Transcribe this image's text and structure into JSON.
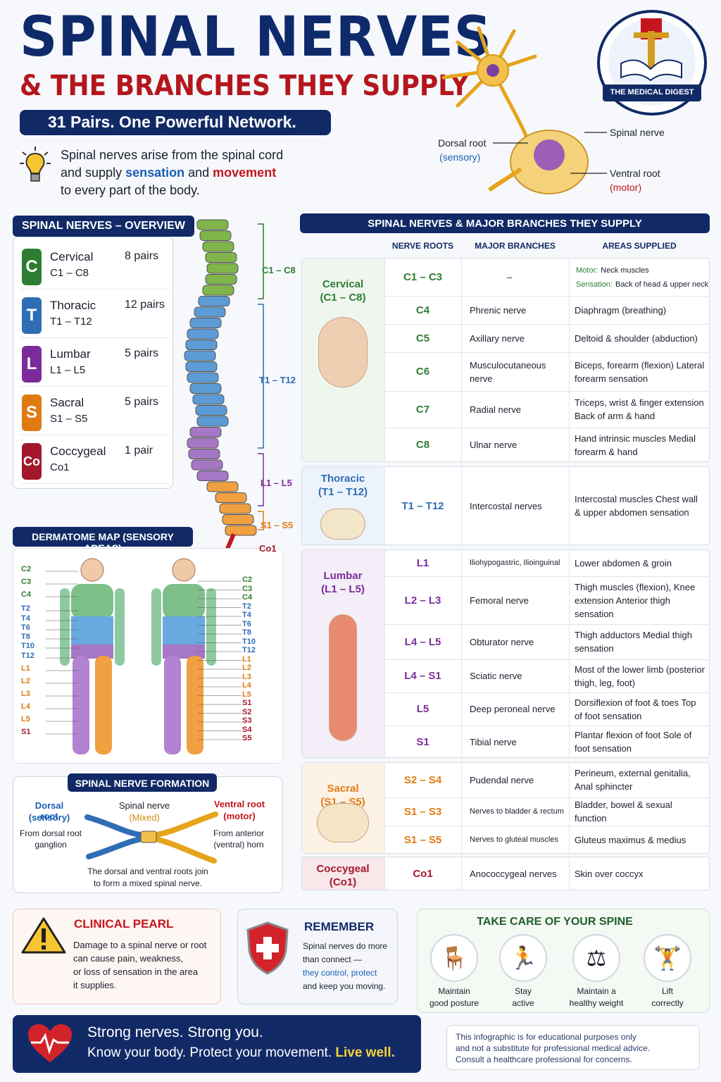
{
  "header": {
    "title": "SPINAL NERVES",
    "subtitle": "& THE BRANCHES THEY SUPPLY",
    "tagline": "31 Pairs. One Powerful Network.",
    "intro_line1": "Spinal nerves arise from the spinal cord",
    "intro_line2_a": "and supply ",
    "intro_line2_b": "sensation",
    "intro_line2_c": " and ",
    "intro_line2_d": "movement",
    "intro_line3": "to every part of the body.",
    "logo_text": "THE MEDICAL DIGEST"
  },
  "neuron": {
    "dorsal_root": "Dorsal root",
    "dorsal_sub": "(sensory)",
    "spinal_nerve": "Spinal nerve",
    "ventral_root": "Ventral root",
    "ventral_sub": "(motor)"
  },
  "overview": {
    "title": "SPINAL NERVES – OVERVIEW",
    "rows": [
      {
        "badge": "C",
        "name": "Cervical",
        "range": "C1 – C8",
        "pairs": "8 pairs",
        "color": "#2e7d32"
      },
      {
        "badge": "T",
        "name": "Thoracic",
        "range": "T1 – T12",
        "pairs": "12 pairs",
        "color": "#2f6db5"
      },
      {
        "badge": "L",
        "name": "Lumbar",
        "range": "L1 – L5",
        "pairs": "5 pairs",
        "color": "#7b2c9a"
      },
      {
        "badge": "S",
        "name": "Sacral",
        "range": "S1 – S5",
        "pairs": "5 pairs",
        "color": "#e07b12"
      },
      {
        "badge": "Co",
        "name": "Coccygeal",
        "range": "Co1",
        "pairs": "1 pair",
        "color": "#a3172c"
      }
    ]
  },
  "spine_labels": {
    "c": "C1 – C8",
    "t": "T1 – T12",
    "l": "L1 – L5",
    "s": "S1 – S5",
    "co": "Co1"
  },
  "dermatome": {
    "title": "DERMATOME MAP (SENSORY AREAS)",
    "front": [
      "C2",
      "C3",
      "C4",
      "T2",
      "T4",
      "T6",
      "T8",
      "T10",
      "T12",
      "L1",
      "L2",
      "L3",
      "L4",
      "L5",
      "S1"
    ],
    "back": [
      "C2",
      "C3",
      "C4",
      "T2",
      "T4",
      "T6",
      "T8",
      "T10",
      "T12",
      "L1",
      "L2",
      "L3",
      "L4",
      "L5",
      "S1",
      "S2",
      "S3",
      "S4",
      "S5"
    ]
  },
  "formation": {
    "title": "SPINAL NERVE FORMATION",
    "dorsal": "Dorsal root",
    "dorsal_sub": "(sensory)",
    "dorsal_desc1": "From dorsal root",
    "dorsal_desc2": "ganglion",
    "spinal": "Spinal nerve",
    "spinal_sub": "(Mixed)",
    "ventral": "Ventral root",
    "ventral_sub": "(motor)",
    "ventral_desc1": "From anterior",
    "ventral_desc2": "(ventral) horn",
    "caption1": "The dorsal and ventral roots join",
    "caption2": "to form a mixed spinal nerve."
  },
  "table": {
    "title": "SPINAL NERVES & MAJOR BRANCHES THEY SUPPLY",
    "headers": [
      "NERVE ROOTS",
      "MAJOR BRANCHES",
      "AREAS SUPPLIED"
    ],
    "regions": [
      {
        "name": "Cervical",
        "range": "(C1 – C8)",
        "color": "#2e7d32"
      },
      {
        "name": "Thoracic",
        "range": "(T1 – T12)",
        "color": "#2f6db5"
      },
      {
        "name": "Lumbar",
        "range": "(L1 – L5)",
        "color": "#7b2c9a"
      },
      {
        "name": "Sacral",
        "range": "(S1 – S5)",
        "color": "#e07b12"
      },
      {
        "name": "Coccygeal",
        "range": "(Co1)",
        "color": "#a3172c"
      }
    ],
    "c13_motor_label": "Motor:",
    "c13_motor": "Neck muscles",
    "c13_sens_label": "Sensation:",
    "c13_sens": "Back of head & upper neck",
    "rows": [
      {
        "root": "C1 – C3",
        "branch": "–",
        "area": ""
      },
      {
        "root": "C4",
        "branch": "Phrenic nerve",
        "area": "Diaphragm (breathing)"
      },
      {
        "root": "C5",
        "branch": "Axillary nerve",
        "area": "Deltoid & shoulder (abduction)"
      },
      {
        "root": "C6",
        "branch": "Musculocutaneous nerve",
        "area": "Biceps, forearm (flexion) Lateral forearm sensation"
      },
      {
        "root": "C7",
        "branch": "Radial nerve",
        "area": "Triceps, wrist & finger extension Back of arm & hand"
      },
      {
        "root": "C8",
        "branch": "Ulnar nerve",
        "area": "Hand intrinsic muscles Medial forearm & hand"
      },
      {
        "root": "T1 – T12",
        "branch": "Intercostal nerves",
        "area": "Intercostal muscles Chest wall & upper abdomen sensation"
      },
      {
        "root": "L1",
        "branch": "Iliohypogastric, Ilioinguinal",
        "area": "Lower abdomen & groin"
      },
      {
        "root": "L2 – L3",
        "branch": "Femoral nerve",
        "area": "Thigh muscles (flexion), Knee extension Anterior thigh sensation"
      },
      {
        "root": "L4 – L5",
        "branch": "Obturator nerve",
        "area": "Thigh adductors Medial thigh sensation"
      },
      {
        "root": "L4 – S1",
        "branch": "Sciatic nerve",
        "area": "Most of the lower limb (posterior thigh, leg, foot)"
      },
      {
        "root": "L5",
        "branch": "Deep peroneal nerve",
        "area": "Dorsiflexion of foot & toes Top of foot sensation"
      },
      {
        "root": "S1",
        "branch": "Tibial nerve",
        "area": "Plantar flexion of foot Sole of foot sensation"
      },
      {
        "root": "S2 – S4",
        "branch": "Pudendal nerve",
        "area": "Perineum, external genitalia, Anal sphincter"
      },
      {
        "root": "S1 – S3",
        "branch": "Nerves to bladder & rectum",
        "area": "Bladder, bowel & sexual function"
      },
      {
        "root": "S1 – S5",
        "branch": "Nerves to gluteal muscles",
        "area": "Gluteus maximus & medius"
      },
      {
        "root": "Co1",
        "branch": "Anococcygeal nerves",
        "area": "Skin over coccyx"
      }
    ]
  },
  "pearl": {
    "title": "CLINICAL PEARL",
    "l1": "Damage to a spinal nerve or root",
    "l2": "can cause pain, weakness,",
    "l3": "or loss of sensation in the area",
    "l4": "it supplies."
  },
  "remember": {
    "title": "REMEMBER",
    "l1": "Spinal nerves do more",
    "l2": "than connect —",
    "l3a": "they control, protect",
    "l4": "and keep you moving."
  },
  "care": {
    "title": "TAKE CARE OF YOUR SPINE",
    "items": [
      {
        "l1": "Maintain",
        "l2": "good posture",
        "icon": "posture-icon"
      },
      {
        "l1": "Stay",
        "l2": "active",
        "icon": "exercise-icon"
      },
      {
        "l1": "Maintain a",
        "l2": "healthy weight",
        "icon": "scale-icon"
      },
      {
        "l1": "Lift",
        "l2": "correctly",
        "icon": "weightlift-icon"
      }
    ]
  },
  "footer": {
    "l1": "Strong nerves. Strong you.",
    "l2a": "Know your body. Protect your movement. ",
    "l2b": "Live well.",
    "d1": "This infographic is for educational purposes only",
    "d2": "and not a substitute for professional medical advice.",
    "d3": "Consult a healthcare professional for concerns."
  }
}
